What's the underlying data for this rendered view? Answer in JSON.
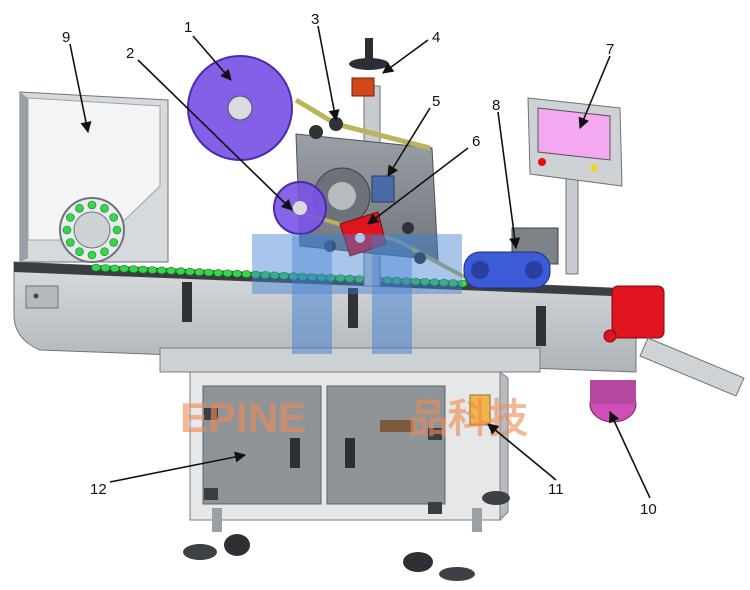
{
  "callouts": [
    "1",
    "2",
    "3",
    "4",
    "5",
    "6",
    "7",
    "8",
    "9",
    "10",
    "11",
    "12"
  ],
  "watermark": {
    "latin": "EPINE",
    "cjk": "品科技"
  },
  "colors": {
    "frame": "#c9ccd1",
    "frame_dark": "#8d9298",
    "label_roll": "#6a3fd6",
    "bottles": "#35d64a",
    "red_parts": "#e0141e",
    "blue_belt": "#3d5bd6",
    "pink_part": "#d04fb8",
    "screen": "#f3a8f0",
    "watermark_blue": "#3f7fd0",
    "watermark_orange": "#f08a55"
  }
}
